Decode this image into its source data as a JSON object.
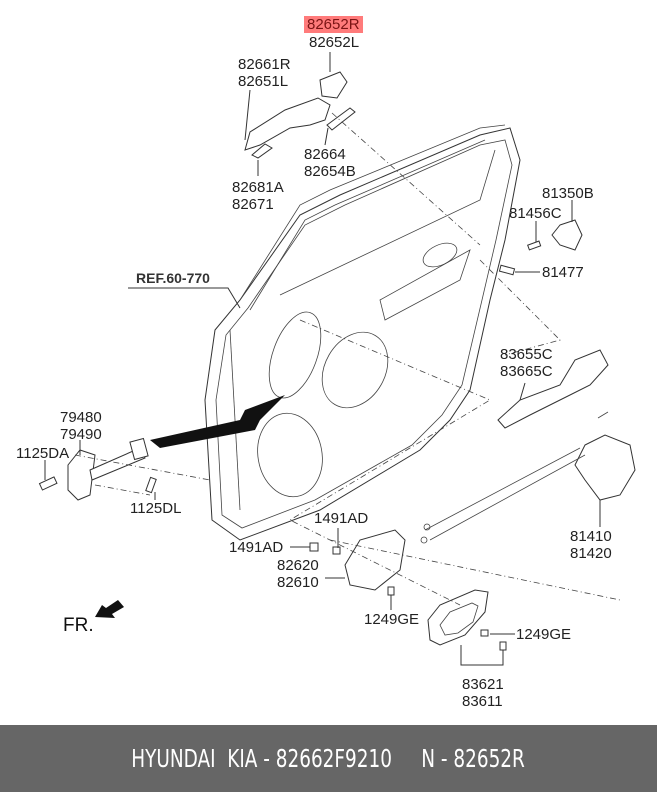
{
  "diagram": {
    "title": "Rear Door Handle & Lock Assembly",
    "highlight_color": "#ff7b7b",
    "part_labels": [
      {
        "id": "outside-handle-cover",
        "lines": [
          "82652R",
          "82652L"
        ],
        "highlighted_line": 0
      },
      {
        "id": "outside-handle",
        "lines": [
          "82661R",
          "82651L"
        ]
      },
      {
        "id": "handle-gasket",
        "lines": [
          "82664",
          "82654B"
        ]
      },
      {
        "id": "key-cylinder-cap",
        "lines": [
          "82681A",
          "82671"
        ]
      },
      {
        "id": "striker",
        "lines": [
          "81350B"
        ]
      },
      {
        "id": "striker-screw",
        "lines": [
          "81456C"
        ]
      },
      {
        "id": "bolt",
        "lines": [
          "81477"
        ]
      },
      {
        "id": "handle-bracket",
        "lines": [
          "83655C",
          "83665C"
        ]
      },
      {
        "id": "door-checker",
        "lines": [
          "79480",
          "79490"
        ]
      },
      {
        "id": "checker-bolt-a",
        "lines": [
          "1125DA"
        ]
      },
      {
        "id": "checker-bolt-l",
        "lines": [
          "1125DL"
        ]
      },
      {
        "id": "door-latch",
        "lines": [
          "81410",
          "81420"
        ]
      },
      {
        "id": "clip-upper",
        "lines": [
          "1491AD"
        ]
      },
      {
        "id": "clip-left",
        "lines": [
          "1491AD"
        ]
      },
      {
        "id": "inside-handle",
        "lines": [
          "82620",
          "82610"
        ]
      },
      {
        "id": "screw-inside-handle",
        "lines": [
          "1249GE"
        ]
      },
      {
        "id": "screw-bezel",
        "lines": [
          "1249GE"
        ]
      },
      {
        "id": "inside-handle-bezel",
        "lines": [
          "83621",
          "83611"
        ]
      }
    ],
    "reference": "REF.60-770",
    "direction_label": "FR."
  },
  "footer": {
    "text": "HYUNDAI  KIA - 82662F9210     N - 82652R"
  }
}
